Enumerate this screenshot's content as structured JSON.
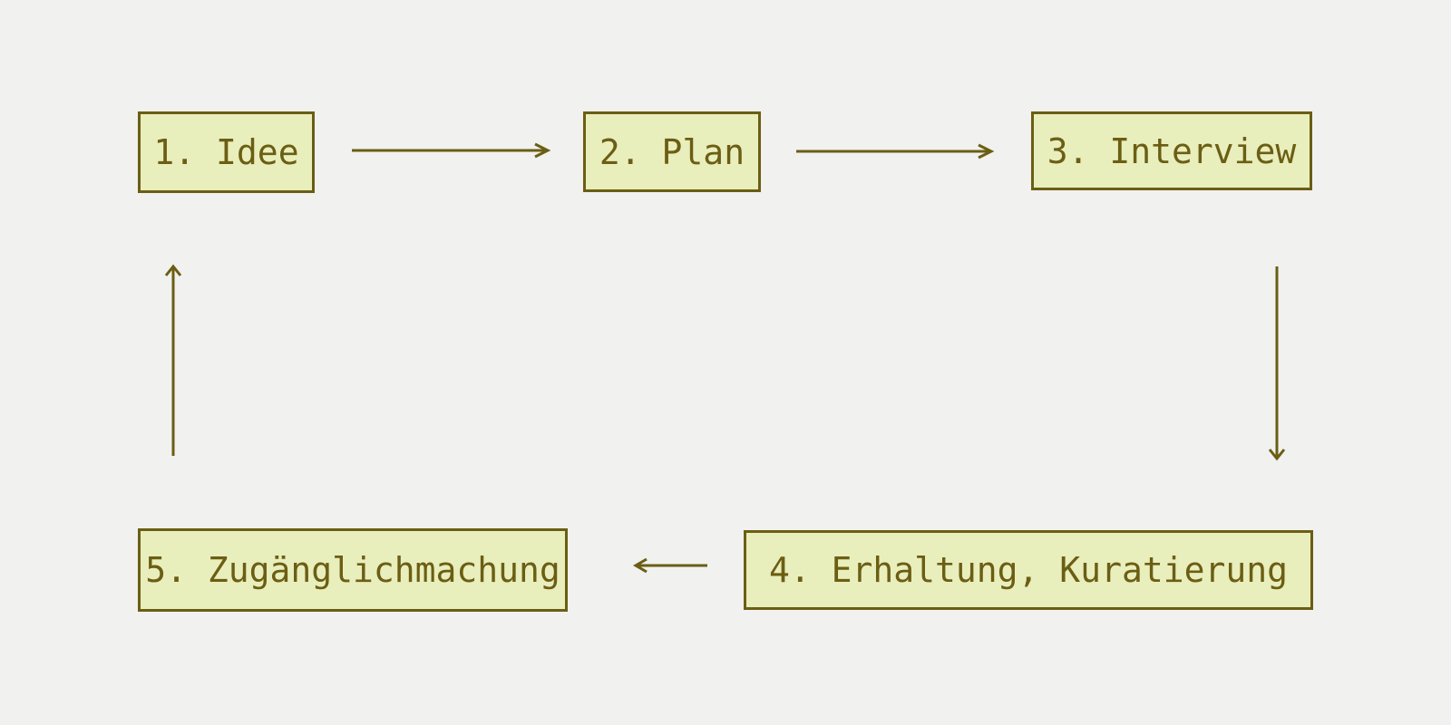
{
  "diagram": {
    "type": "flowchart-cycle",
    "language": "de",
    "nodes": [
      {
        "id": "idee",
        "label": "1. Idee"
      },
      {
        "id": "plan",
        "label": "2. Plan"
      },
      {
        "id": "interview",
        "label": "3. Interview"
      },
      {
        "id": "erhaltung-kuratierung",
        "label": "4. Erhaltung, Kuratierung"
      },
      {
        "id": "zugaenglichmachung",
        "label": "5. Zugänglichmachung"
      }
    ],
    "edges": [
      {
        "from": "idee",
        "to": "plan",
        "direction": "right"
      },
      {
        "from": "plan",
        "to": "interview",
        "direction": "right"
      },
      {
        "from": "interview",
        "to": "erhaltung-kuratierung",
        "direction": "down"
      },
      {
        "from": "erhaltung-kuratierung",
        "to": "zugaenglichmachung",
        "direction": "left"
      },
      {
        "from": "zugaenglichmachung",
        "to": "idee",
        "direction": "up"
      }
    ]
  },
  "colors": {
    "background": "#f1f1f0",
    "node_fill": "#e9eebd",
    "stroke": "#6b5e13"
  }
}
